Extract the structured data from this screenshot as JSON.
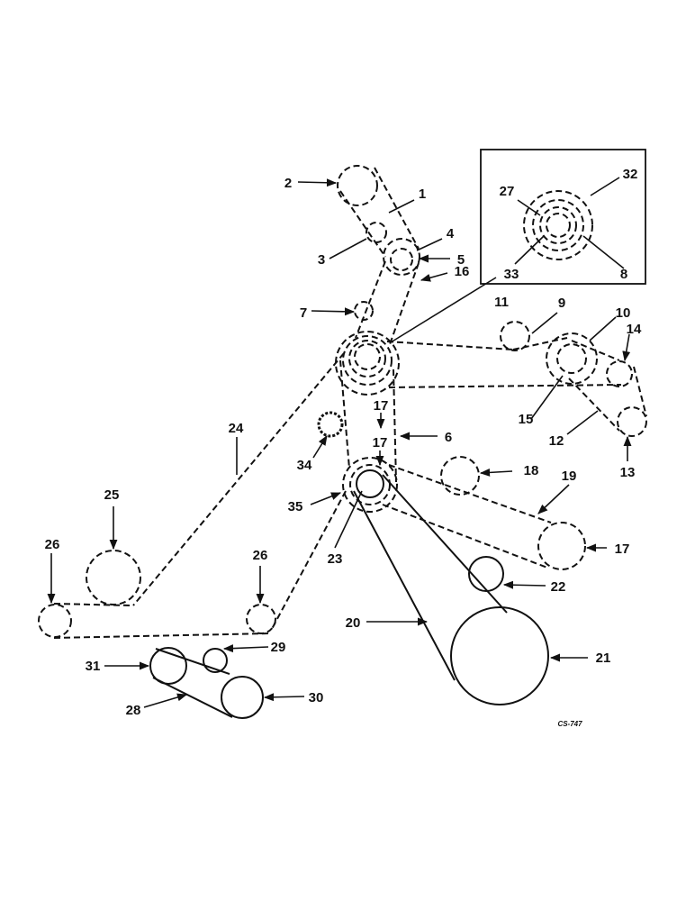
{
  "labels": {
    "n1": "1",
    "n2": "2",
    "n3": "3",
    "n4": "4",
    "n5": "5",
    "n6": "6",
    "n7": "7",
    "n8": "8",
    "n9": "9",
    "n10": "10",
    "n11": "11",
    "n12": "12",
    "n13": "13",
    "n14": "14",
    "n15": "15",
    "n16": "16",
    "n17a": "17",
    "n17b": "17",
    "n17c": "17",
    "n18": "18",
    "n19": "19",
    "n20": "20",
    "n21": "21",
    "n22": "22",
    "n23": "23",
    "n24": "24",
    "n25": "25",
    "n26a": "26",
    "n26b": "26",
    "n27": "27",
    "n28": "28",
    "n29": "29",
    "n30": "30",
    "n31": "31",
    "n32": "32",
    "n33": "33",
    "n34": "34",
    "n35": "35"
  },
  "drawing_code": "CS-747"
}
